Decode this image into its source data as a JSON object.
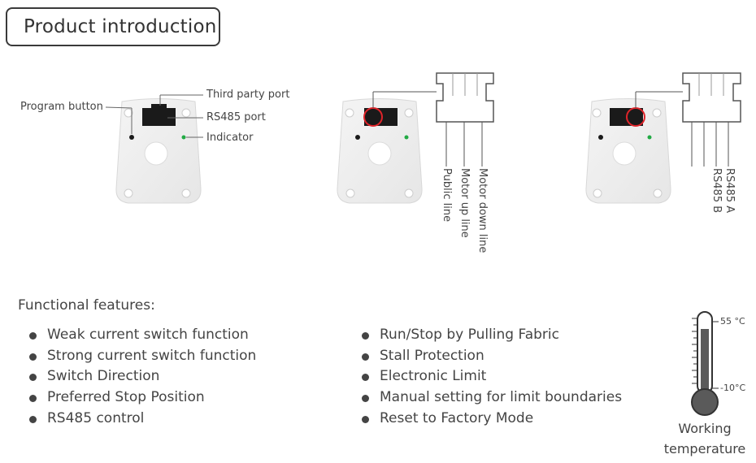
{
  "title": "Product introduction",
  "diagram1": {
    "program_button": "Program button",
    "third_party_port": "Third party port",
    "rs485_port": "RS485 port",
    "indicator": "Indicator"
  },
  "diagram2": {
    "wires": [
      "Public line",
      "Motor up line",
      "Motor down line"
    ]
  },
  "diagram3": {
    "wires": [
      "RS485 B",
      "RS485 A"
    ]
  },
  "features": {
    "heading": "Functional features:",
    "left": [
      "Weak current switch function",
      "Strong current switch function",
      "Switch Direction",
      "Preferred Stop Position",
      "RS485 control"
    ],
    "right": [
      "Run/Stop by Pulling Fabric",
      "Stall Protection",
      "Electronic Limit",
      "Manual setting for limit boundaries",
      "Reset to Factory Mode"
    ]
  },
  "temperature": {
    "max": "55 °C",
    "min": "-10°C",
    "caption_line1": "Working",
    "caption_line2": "temperature"
  },
  "colors": {
    "indicator": "#22aa44",
    "highlight": "#e0242a",
    "port": "#1a1a1a"
  }
}
